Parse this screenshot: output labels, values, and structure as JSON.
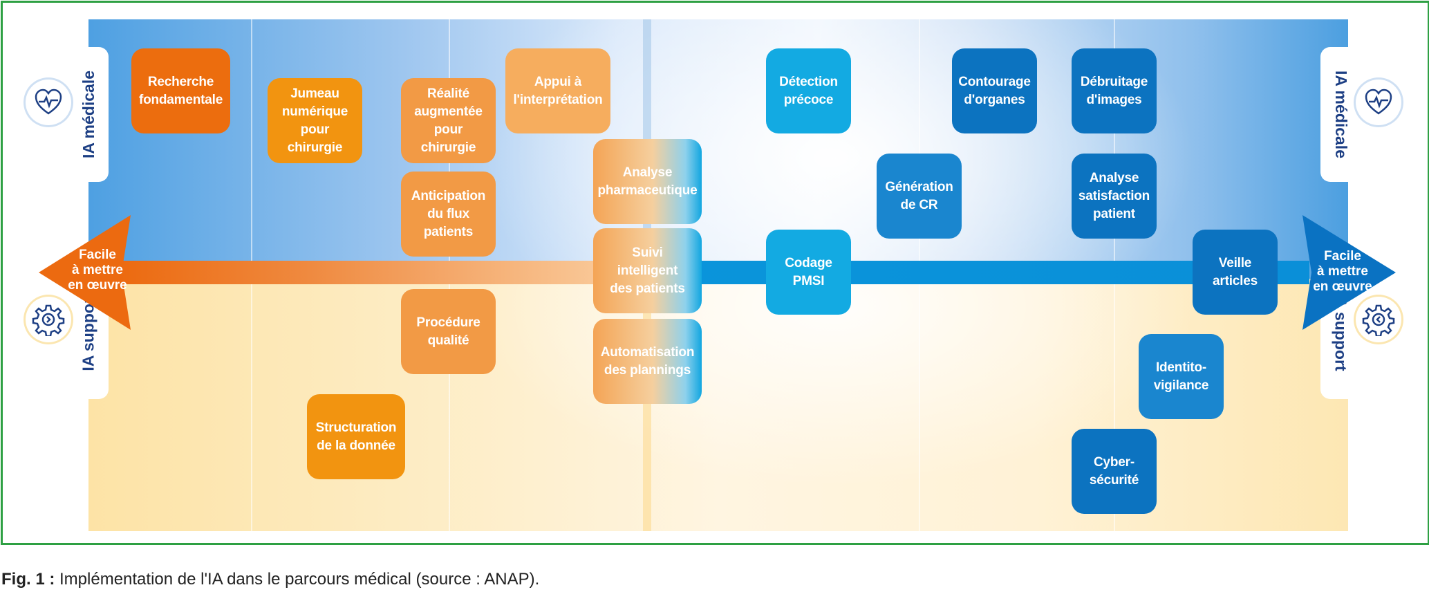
{
  "axis": {
    "left_label": "Facile\nà mettre\nen œuvre",
    "right_label": "Facile\nà mettre\nen œuvre"
  },
  "side": {
    "top_label": "IA médicale",
    "bottom_label": "IA support"
  },
  "icons": {
    "top": "heart-pulse-icon",
    "bottom": "gear-icon"
  },
  "boxes": {
    "recherche": "Recherche\nfondamentale",
    "jumeau": "Jumeau\nnumérique\npour\nchirurgie",
    "realite": "Réalité\naugmentée\npour\nchirurgie",
    "appui": "Appui à\nl'interprétation",
    "anticipation": "Anticipation\ndu flux\npatients",
    "analyse_pharma": "Analyse\npharmaceutique",
    "suivi": "Suivi\nintelligent\ndes patients",
    "automatisation": "Automatisation\ndes plannings",
    "procedure": "Procédure\nqualité",
    "structuration": "Structuration\nde la donnée",
    "detection": "Détection\nprécoce",
    "codage": "Codage\nPMSI",
    "generation": "Génération\nde CR",
    "contourage": "Contourage\nd'organes",
    "debruitage": "Débruitage\nd'images",
    "analyse_satisfaction": "Analyse\nsatisfaction\npatient",
    "veille": "Veille\narticles",
    "identito": "Identito-\nvigilance",
    "cyber": "Cyber-\nsécurité"
  },
  "caption": {
    "label": "Fig. 1 :",
    "text": " Implémentation de l'IA dans le parcours médical (source : ANAP)."
  },
  "colors": {
    "frame": "#2ea043",
    "orange_dark": "#ec6d0e",
    "orange": "#f29410",
    "orange_light": "#f29a45",
    "blue_light": "#13aae2",
    "blue_dark": "#0c73c0",
    "label_blue": "#1d3f84"
  }
}
